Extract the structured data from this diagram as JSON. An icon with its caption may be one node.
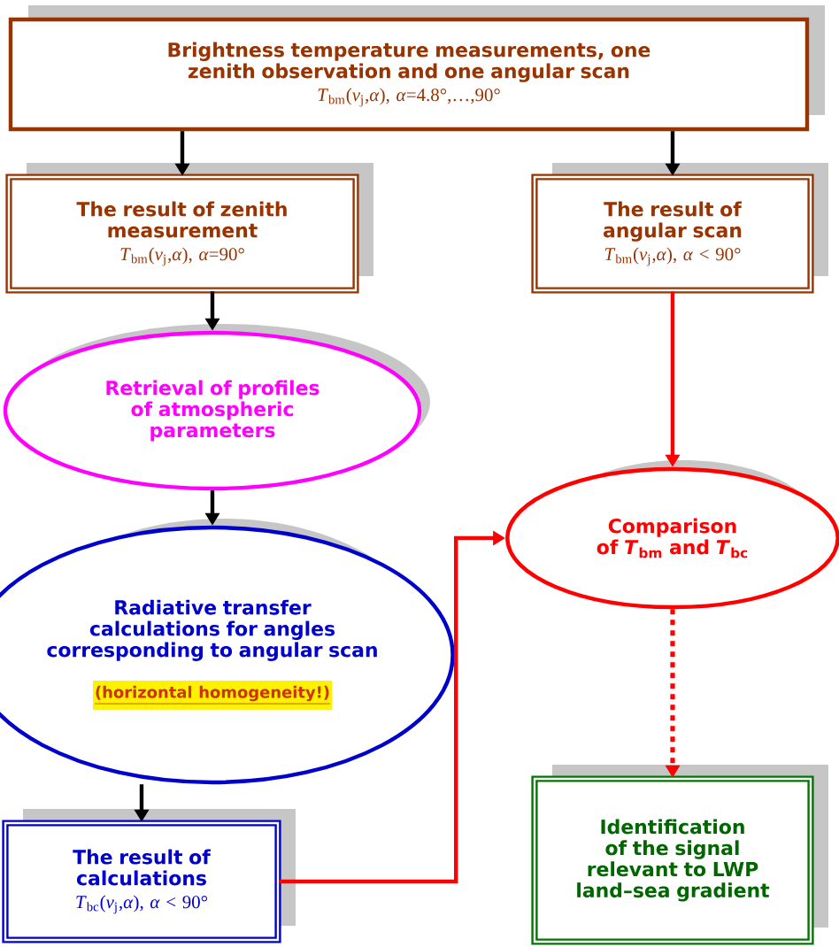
{
  "diagram": {
    "nodes": [
      {
        "text": [
          "Brightness temperature measurements, one zenith observation and one angular scan",
          "*T*$_{bm}$(*ν*$_{j}$,*α*), *α*=4.8°,…,90°"
        ]
      },
      {
        "text": [
          "The result of zenith measurement",
          "*T*$_{bm}$(*ν*$_{j}$,*α*), *α*=90°"
        ]
      },
      {
        "text": [
          "The result of angular scan",
          "*T*$_{bm}$(*ν*$_{j}$,*α*), *α* < 90°"
        ]
      },
      {
        "text": [
          "Retrieval of profiles of atmospheric parameters"
        ]
      },
      {
        "text": [
          "Radiative transfer calculations for angles corresponding to angular scan",
          "(horizontal homogeneity!)"
        ]
      },
      {
        "text": [
          "The result of calculations",
          "*T*$_{bc}$(*ν*$_{j}$,*α*), *α* < 90°"
        ]
      },
      {
        "text": [
          "Comparison of *T*$_{bm}$ and *T*$_{bc}$"
        ]
      },
      {
        "text": [
          "Identification of the signal relevant to LWP land–sea gradient"
        ]
      }
    ],
    "edges": [
      {
        "from": 0,
        "to": 1,
        "arrow": "to"
      },
      {
        "from": 0,
        "to": 2,
        "arrow": "to"
      },
      {
        "from": 1,
        "to": 3,
        "arrow": "to"
      },
      {
        "from": 3,
        "to": 4,
        "arrow": "to"
      },
      {
        "from": 4,
        "to": 5,
        "arrow": "to"
      },
      {
        "from": 2,
        "to": 6,
        "arrow": "to",
        "color": "#ff0000"
      },
      {
        "from": 5,
        "to": 6,
        "arrow": "to",
        "color": "#ff0000"
      },
      {
        "from": 6,
        "to": 7,
        "arrow": "to",
        "style": "dashed",
        "color": "#ff0000"
      }
    ]
  }
}
